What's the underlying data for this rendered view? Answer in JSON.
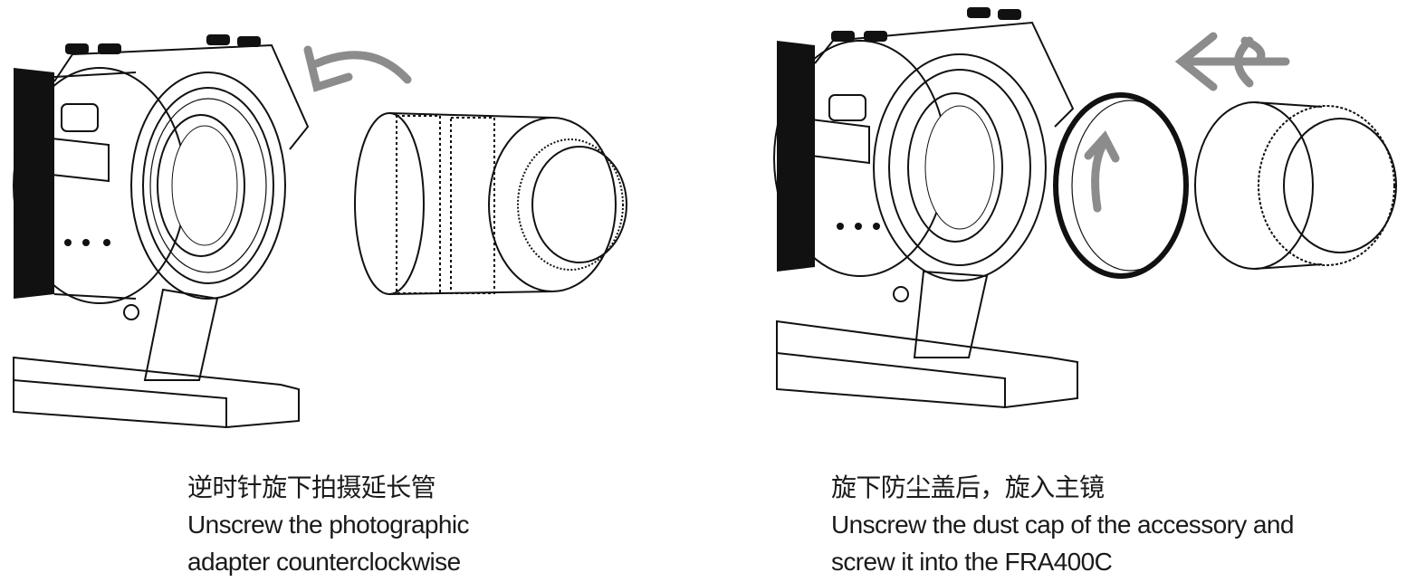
{
  "steps": [
    {
      "caption_zh": "逆时针旋下拍摄延长管",
      "caption_en_line1": "Unscrew the photographic",
      "caption_en_line2": "adapter counterclockwise",
      "arrow_icon": "counterclockwise-arrow-icon"
    },
    {
      "caption_zh": "旋下防尘盖后，旋入主镜",
      "caption_en_line1": "Unscrew the dust cap of the accessory and",
      "caption_en_line2": "screw it into the FRA400C",
      "arrow_icon": "screw-in-left-arrow-icon"
    }
  ],
  "colors": {
    "line": "#111111",
    "arrow": "#8c8c8c"
  }
}
